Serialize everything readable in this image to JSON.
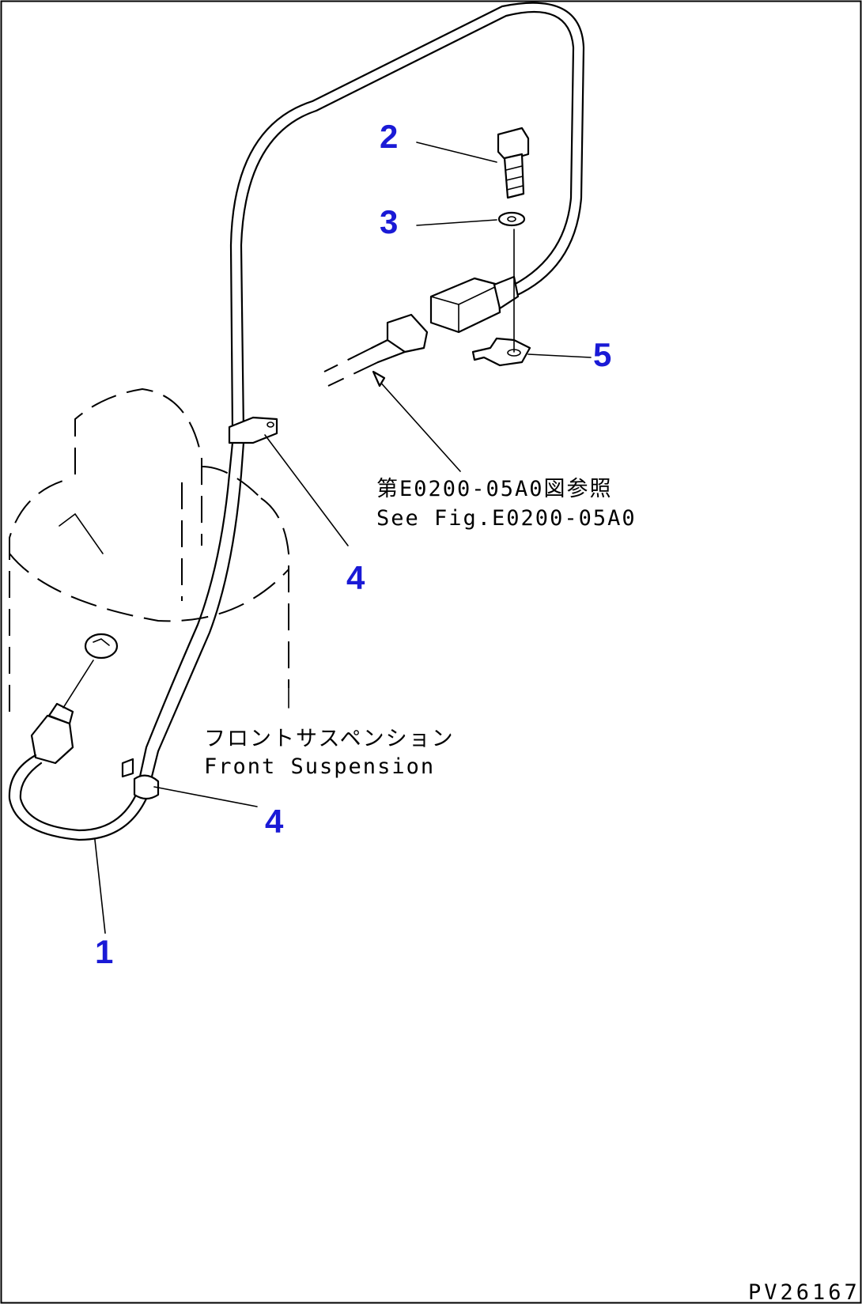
{
  "callouts": {
    "c1": "1",
    "c2": "2",
    "c3": "3",
    "c4a": "4",
    "c4b": "4",
    "c5": "5"
  },
  "notes": {
    "ref_jp": "第E0200-05A0図参照",
    "ref_en": "See Fig.E0200-05A0",
    "susp_jp": "フロントサスペンション",
    "susp_en": "Front Suspension"
  },
  "drawing_code": "PV26167",
  "colors": {
    "callout": "#1a1ad6",
    "line": "#000000",
    "background": "#ffffff"
  }
}
